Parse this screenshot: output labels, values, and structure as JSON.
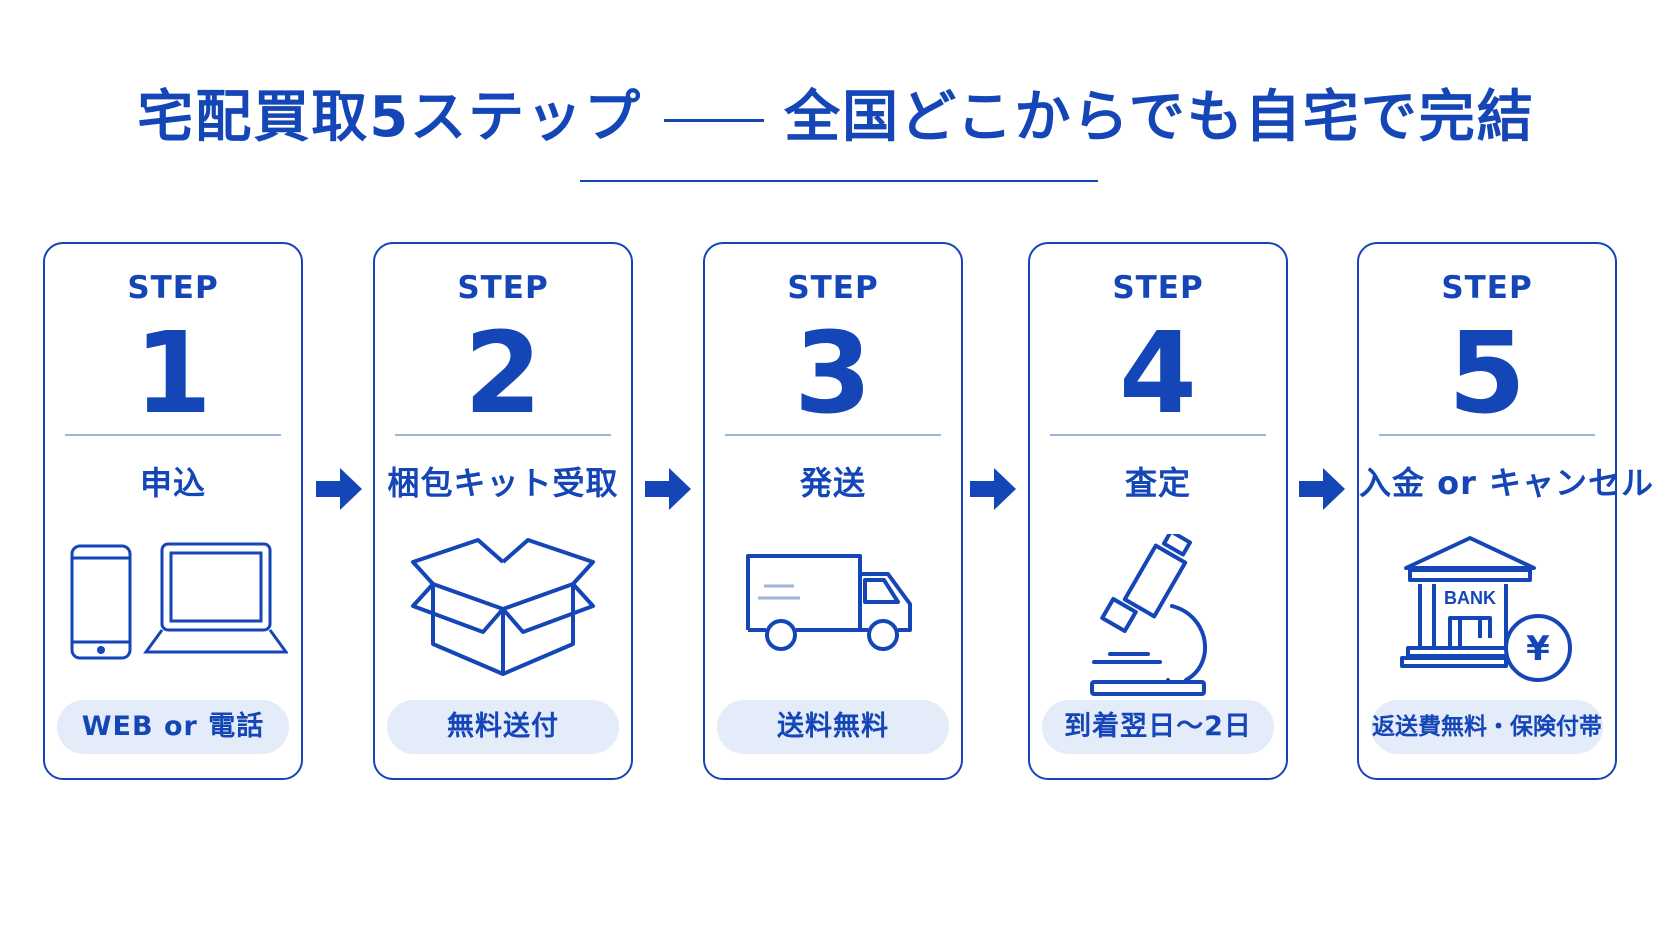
{
  "title": {
    "main": "宅配買取5ステップ",
    "sub": "全国どこからでも自宅で完結"
  },
  "steps": [
    {
      "label": "STEP",
      "number": "1",
      "name": "申込",
      "tag": "WEB or 電話",
      "icon": "phone-and-laptop-icon"
    },
    {
      "label": "STEP",
      "number": "2",
      "name": "梱包キット受取",
      "tag": "無料送付",
      "icon": "open-box-icon"
    },
    {
      "label": "STEP",
      "number": "3",
      "name": "発送",
      "tag": "送料無料",
      "icon": "delivery-truck-icon"
    },
    {
      "label": "STEP",
      "number": "4",
      "name": "査定",
      "tag": "到着翌日〜2日",
      "icon": "microscope-icon"
    },
    {
      "label": "STEP",
      "number": "5",
      "name": "入金 or キャンセル",
      "tag": "返送費無料・保険付帯",
      "icon": "bank-yen-icon",
      "icon_text": "BANK",
      "icon_symbol": "¥"
    }
  ],
  "colors": {
    "primary": "#1446b8",
    "pill": "#e4ecf9",
    "rule": "#9fb4d9"
  }
}
